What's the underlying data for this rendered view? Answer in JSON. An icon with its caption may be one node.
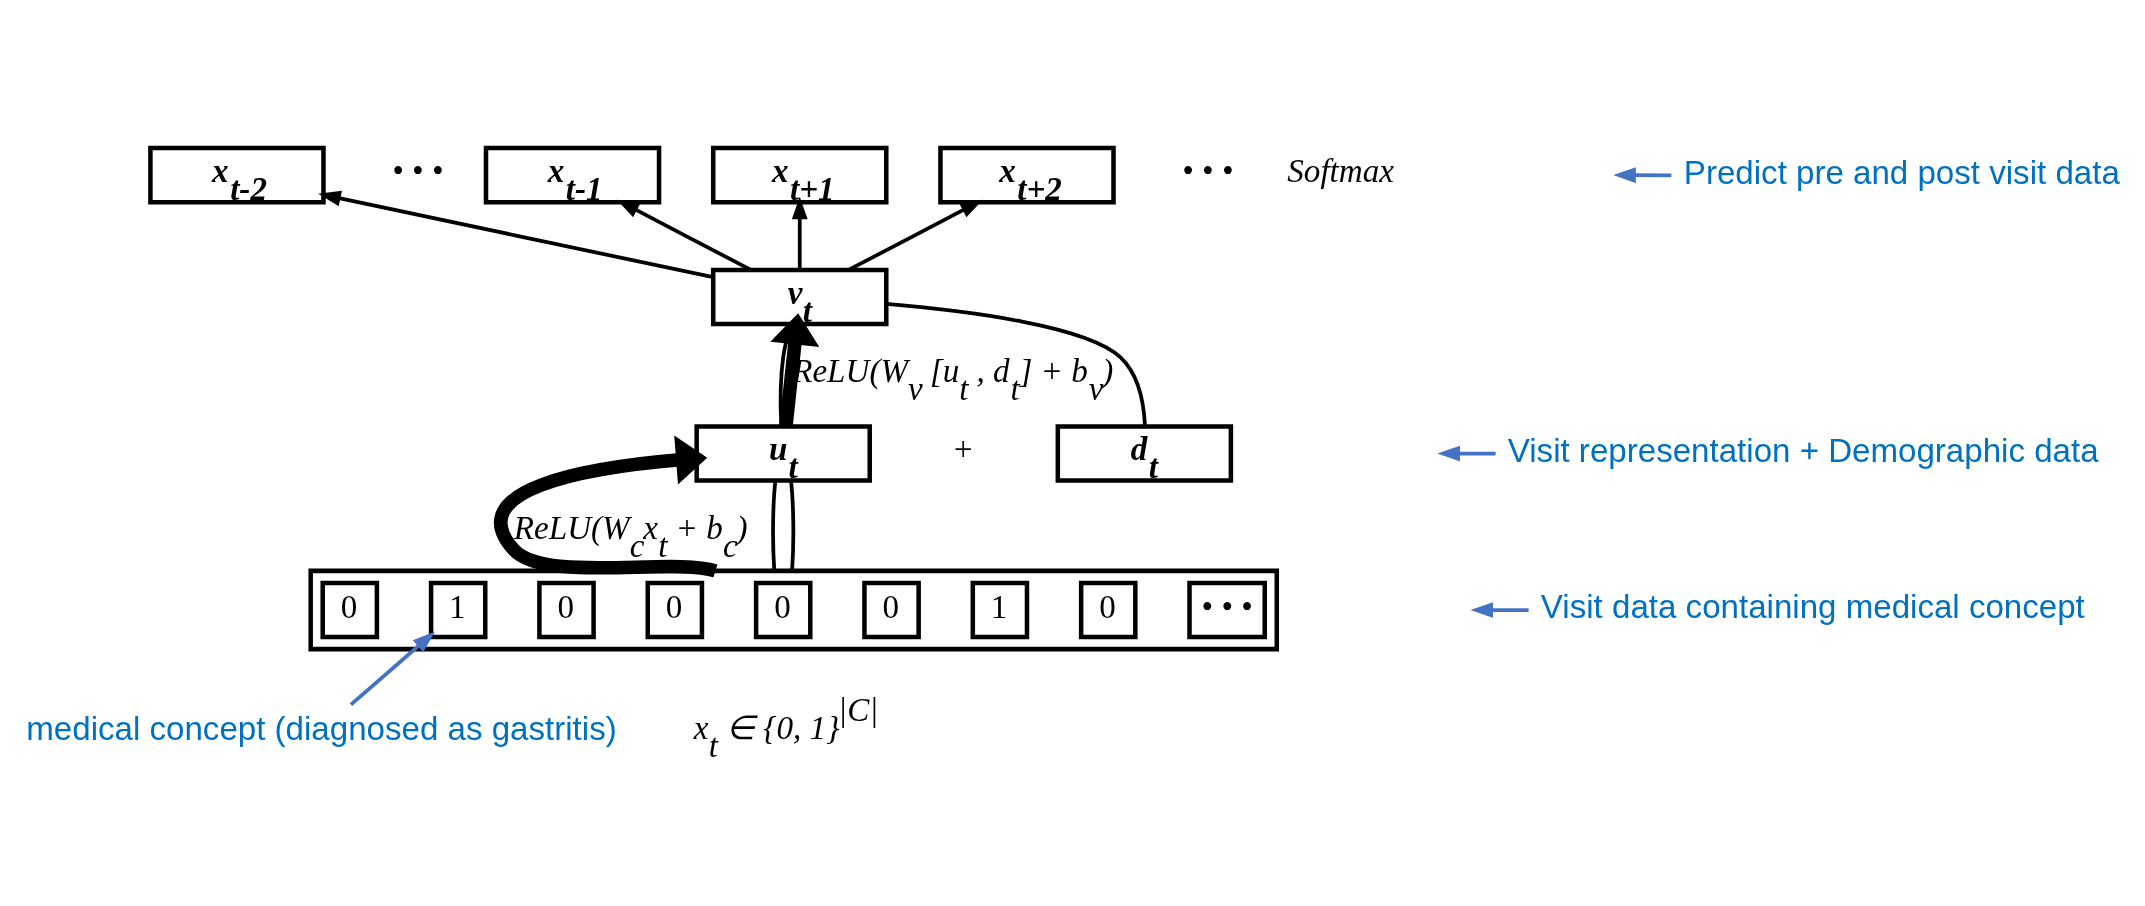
{
  "diagram": {
    "nodes": [
      {
        "text": [
          "x$_{t-2}$"
        ]
      },
      {
        "text": [
          "x$_{t-1}$"
        ]
      },
      {
        "text": [
          "x$_{t+1}$"
        ]
      },
      {
        "text": [
          "x$_{t+2}$"
        ]
      },
      {
        "text": [
          "v$_{t}$"
        ]
      },
      {
        "text": [
          "u$_{t}$"
        ]
      },
      {
        "text": [
          "d$_{t}$"
        ]
      },
      {
        "text": [],
        "shape": "box",
        "beside": [
          "x$_{t}$ ∈ {0, 1}$^{|C|}$"
        ]
      },
      {
        "text": [
          "0"
        ],
        "in": 7
      },
      {
        "text": [
          "1"
        ],
        "in": 7
      },
      {
        "text": [
          "0"
        ],
        "in": 7
      },
      {
        "text": [
          "0"
        ],
        "in": 7
      },
      {
        "text": [
          "0"
        ],
        "in": 7
      },
      {
        "text": [
          "0"
        ],
        "in": 7
      },
      {
        "text": [
          "1"
        ],
        "in": 7
      },
      {
        "text": [
          "0"
        ],
        "in": 7
      },
      {
        "text": [
          "• • •"
        ],
        "in": 7
      },
      {
        "text": [
          "Predict pre and post visit data"
        ]
      },
      {
        "text": [
          "Visit representation + Demographic data"
        ]
      },
      {
        "text": [
          "Visit data containing medical concept"
        ]
      },
      {
        "text": [
          "medical concept (diagnosed as gastritis)"
        ]
      }
    ],
    "edges": [
      {
        "from": 4,
        "to": 0,
        "arrow": "to"
      },
      {
        "from": 4,
        "to": 1,
        "arrow": "to"
      },
      {
        "from": 4,
        "to": 2,
        "arrow": "to"
      },
      {
        "from": 4,
        "to": 3,
        "arrow": "to"
      },
      {
        "from": 5,
        "to": 4,
        "arrow": "to",
        "style": "thick",
        "label": "ReLU(W$_{v}$ [u$_{t}$ , d$_{t}$] + b$_{v}$)"
      },
      {
        "from": 5,
        "to": 4,
        "arrow": "none"
      },
      {
        "from": 6,
        "to": 4,
        "arrow": "none"
      },
      {
        "from": 7,
        "to": 5,
        "arrow": "to",
        "style": "thick",
        "label": "ReLU(W$_{c}$x$_{t}$ + b$_{c}$)"
      },
      {
        "from": 7,
        "to": 5,
        "arrow": "none"
      },
      {
        "from": 7,
        "to": 5,
        "arrow": "none"
      },
      {
        "from": 17,
        "to": null,
        "arrow": "to",
        "color": "#4472c4"
      },
      {
        "from": 18,
        "to": null,
        "arrow": "to",
        "color": "#4472c4"
      },
      {
        "from": 19,
        "to": null,
        "arrow": "to",
        "color": "#4472c4"
      },
      {
        "from": 20,
        "to": 9,
        "arrow": "to",
        "color": "#4472c4"
      }
    ],
    "labels": [
      "• • •",
      "• • •",
      "Softmax",
      "+"
    ]
  }
}
